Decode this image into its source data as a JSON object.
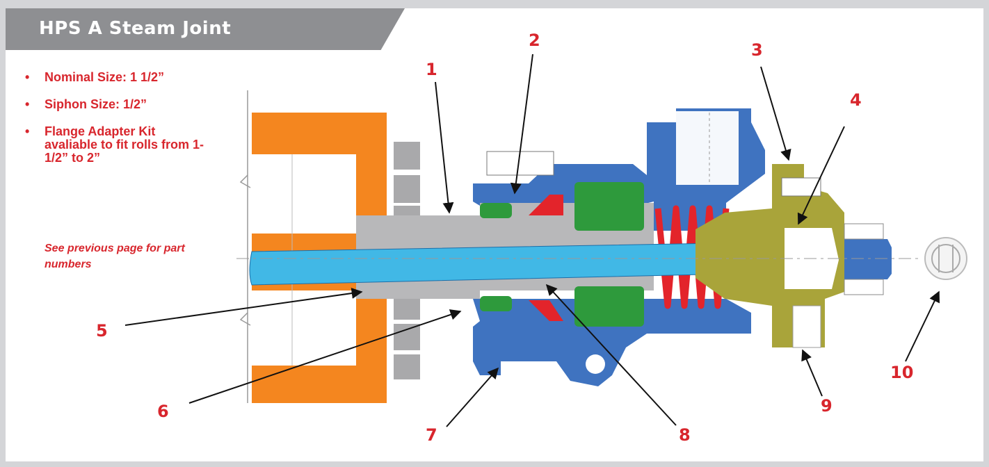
{
  "title": "HPS A Steam Joint",
  "specs": [
    "Nominal Size: 1 1/2”",
    "Siphon Size: 1/2”",
    "Flange Adapter Kit avaliable to fit rolls from 1-1/2” to 2”"
  ],
  "note": "See previous page for part numbers",
  "callouts": [
    "1",
    "2",
    "3",
    "4",
    "5",
    "6",
    "7",
    "8",
    "9",
    "10"
  ],
  "colors": {
    "accent_red": "#d8262d",
    "header_gray": "#8e8f92",
    "housing_blue": "#3f73c0",
    "siphon_blue": "#41b8e6",
    "flange_orange": "#f4861f",
    "seal_green": "#2e9a3c",
    "spring_red": "#e3242b",
    "fitting_olive": "#a9a43a",
    "shaft_gray": "#b8b8ba"
  }
}
